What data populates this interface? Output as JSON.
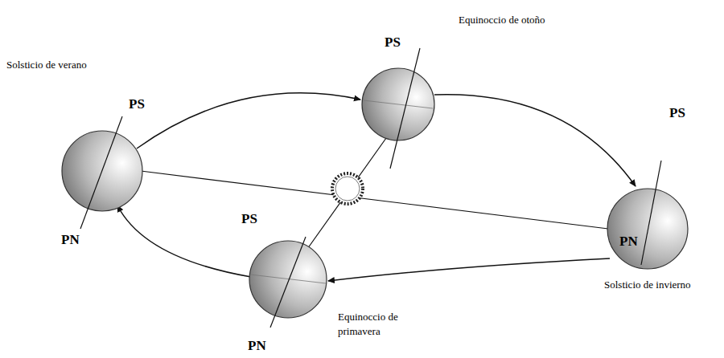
{
  "diagram": {
    "labels": [
      "PS",
      "Equinoccio de otoño",
      "Solsticio de verano",
      "PS",
      "PS",
      "PS",
      "PN",
      "PN",
      "Solsticio de invierno",
      "Equinoccio de primavera",
      "PN"
    ]
  }
}
